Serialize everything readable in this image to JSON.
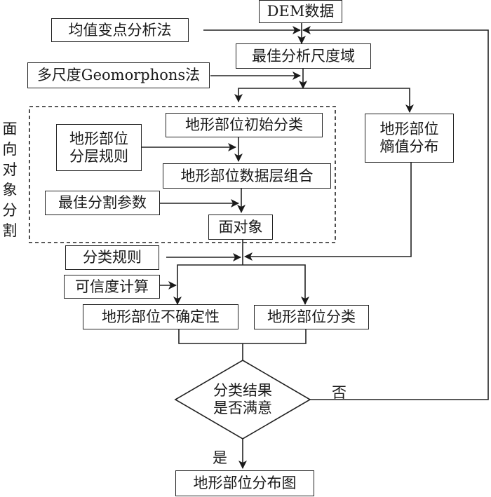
{
  "diagram": {
    "nodes": {
      "dem_data": "DEM数据",
      "mean_change_point": "均值变点分析法",
      "optimal_scale": "最佳分析尺度域",
      "multiscale_geomorphons": "多尺度Geomorphons法",
      "initial_classification": "地形部位初始分类",
      "hierarchical_rules_line1": "地形部位",
      "hierarchical_rules_line2": "分层规则",
      "data_layer_combination": "地形部位数据层组合",
      "optimal_segmentation": "最佳分割参数",
      "surface_object": "面对象",
      "entropy_line1": "地形部位",
      "entropy_line2": "熵值分布",
      "classification_rules": "分类规则",
      "confidence_calc": "可信度计算",
      "uncertainty": "地形部位不确定性",
      "landform_classification": "地形部位分类",
      "decision_line1": "分类结果",
      "decision_line2": "是否满意",
      "distribution_map": "地形部位分布图"
    },
    "group_label": [
      "面",
      "向",
      "对",
      "象",
      "分",
      "割"
    ],
    "edge_labels": {
      "no": "否",
      "yes": "是"
    }
  }
}
